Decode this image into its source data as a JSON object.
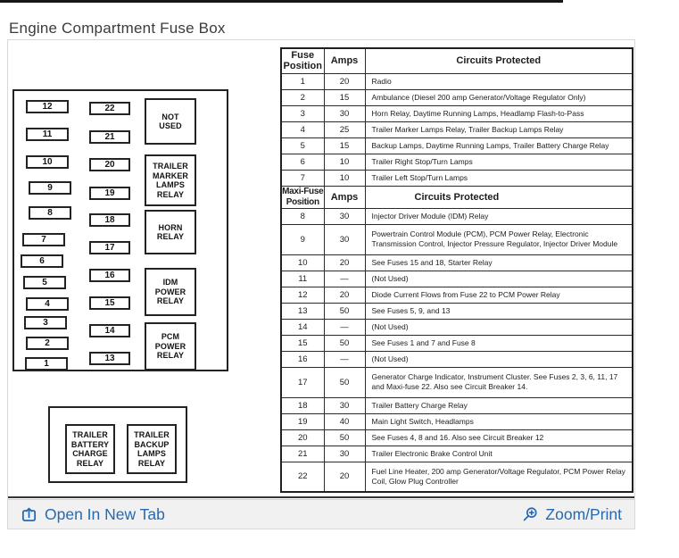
{
  "page": {
    "title": "Engine Compartment Fuse Box"
  },
  "diagram": {
    "left_fuses": [
      "12",
      "11",
      "10",
      "9",
      "8",
      "7",
      "6",
      "5",
      "4",
      "3",
      "2",
      "1"
    ],
    "middle_fuses": [
      "22",
      "21",
      "20",
      "19",
      "18",
      "17",
      "16",
      "15",
      "14",
      "13"
    ],
    "relays": [
      "NOT\nUSED",
      "TRAILER\nMARKER\nLAMPS\nRELAY",
      "HORN\nRELAY",
      "IDM\nPOWER\nRELAY",
      "PCM\nPOWER\nRELAY"
    ],
    "bottom_relays": [
      "TRAILER\nBATTERY\nCHARGE\nRELAY",
      "TRAILER\nBACKUP\nLAMPS\nRELAY"
    ]
  },
  "table": {
    "header1": {
      "col1": "Fuse\nPosition",
      "col2": "Amps",
      "col3": "Circuits Protected"
    },
    "header2": {
      "col1": "Maxi-Fuse\nPosition",
      "col2": "Amps",
      "col3": "Circuits Protected"
    },
    "fuse_rows": [
      {
        "pos": "1",
        "amps": "20",
        "circuits": "Radio"
      },
      {
        "pos": "2",
        "amps": "15",
        "circuits": "Ambulance (Diesel 200 amp Generator/Voltage Regulator Only)"
      },
      {
        "pos": "3",
        "amps": "30",
        "circuits": "Horn Relay, Daytime Running Lamps, Headlamp Flash-to-Pass"
      },
      {
        "pos": "4",
        "amps": "25",
        "circuits": "Trailer Marker Lamps Relay, Trailer Backup Lamps Relay"
      },
      {
        "pos": "5",
        "amps": "15",
        "circuits": "Backup Lamps, Daytime Running Lamps, Trailer Battery Charge Relay"
      },
      {
        "pos": "6",
        "amps": "10",
        "circuits": "Trailer Right Stop/Turn Lamps"
      },
      {
        "pos": "7",
        "amps": "10",
        "circuits": "Trailer Left Stop/Turn Lamps"
      }
    ],
    "maxi_rows": [
      {
        "pos": "8",
        "amps": "30",
        "circuits": "Injector Driver Module (IDM) Relay"
      },
      {
        "pos": "9",
        "amps": "30",
        "circuits": "Powertrain Control Module (PCM), PCM Power Relay, Electronic Transmission Control, Injector Pressure Regulator, Injector Driver Module"
      },
      {
        "pos": "10",
        "amps": "20",
        "circuits": "See Fuses 15 and 18, Starter Relay"
      },
      {
        "pos": "11",
        "amps": "—",
        "circuits": "(Not Used)"
      },
      {
        "pos": "12",
        "amps": "20",
        "circuits": "Diode Current Flows from Fuse 22 to PCM Power Relay"
      },
      {
        "pos": "13",
        "amps": "50",
        "circuits": "See Fuses 5, 9, and 13"
      },
      {
        "pos": "14",
        "amps": "—",
        "circuits": "(Not Used)"
      },
      {
        "pos": "15",
        "amps": "50",
        "circuits": "See Fuses 1 and 7 and Fuse 8"
      },
      {
        "pos": "16",
        "amps": "—",
        "circuits": "(Not Used)"
      },
      {
        "pos": "17",
        "amps": "50",
        "circuits": "Generator Charge Indicator, Instrument Cluster. See Fuses 2, 3, 6, 11, 17 and Maxi-fuse 22. Also see Circuit Breaker 14."
      },
      {
        "pos": "18",
        "amps": "30",
        "circuits": "Trailer Battery Charge Relay"
      },
      {
        "pos": "19",
        "amps": "40",
        "circuits": "Main Light Switch, Headlamps"
      },
      {
        "pos": "20",
        "amps": "50",
        "circuits": "See Fuses 4, 8 and 16. Also see Circuit Breaker 12"
      },
      {
        "pos": "21",
        "amps": "30",
        "circuits": "Trailer Electronic Brake Control Unit"
      },
      {
        "pos": "22",
        "amps": "20",
        "circuits": "Fuel Line Heater, 200 amp Generator/Voltage Regulator, PCM Power Relay Coil, Glow Plug Controller"
      }
    ]
  },
  "footer": {
    "open_link": "Open In New Tab",
    "zoom_link": "Zoom/Print",
    "link_color": "#2569b5"
  },
  "icons": {
    "open_in_new_tab": "box-arrow-up-icon",
    "zoom_print": "magnifier-plus-icon"
  }
}
